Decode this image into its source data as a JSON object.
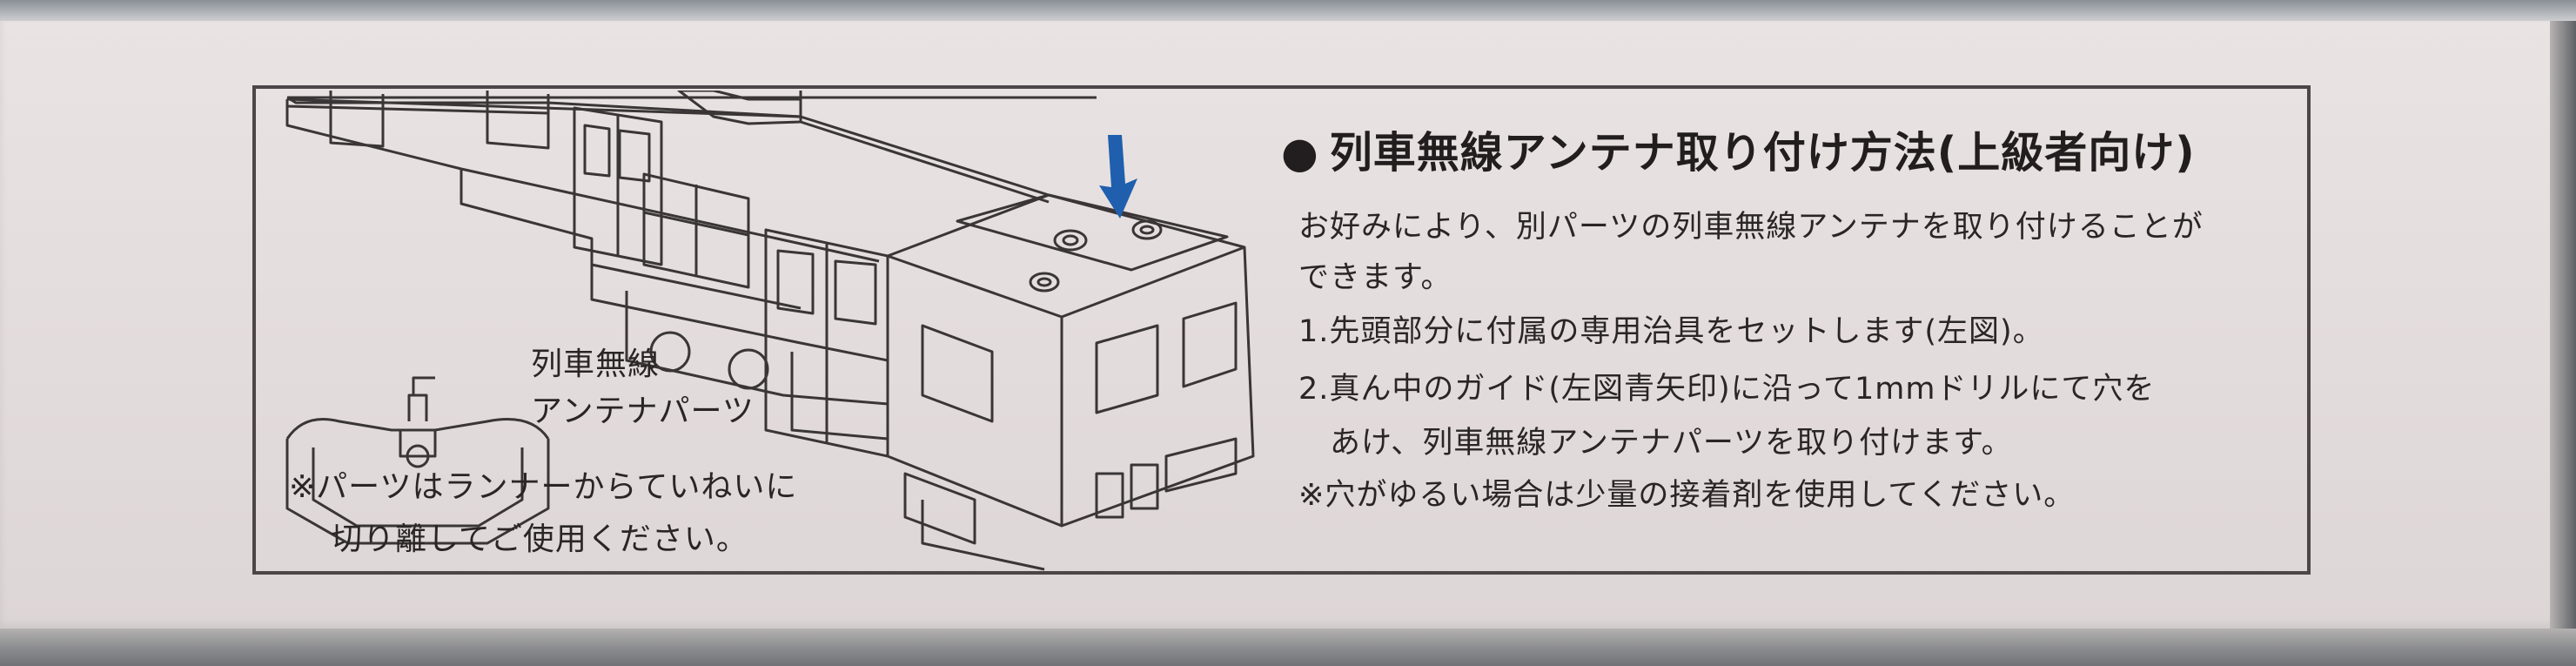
{
  "heading": {
    "bullet": "●",
    "title": "列車無線アンテナ取り付け方法(上級者向け)"
  },
  "instructions": {
    "line1": "お好みにより、別パーツの列車無線アンテナを取り付けることが",
    "line2": "できます。",
    "step1": "1.先頭部分に付属の専用治具をセットします(左図)。",
    "step2a": "2.真ん中のガイド(左図青矢印)に沿って1mmドリルにて穴を",
    "step2b": "あけ、列車無線アンテナパーツを取り付けます。",
    "note": "※穴がゆるい場合は少量の接着剤を使用してください。"
  },
  "illustration": {
    "part_label_line1": "列車無線",
    "part_label_line2": "アンテナパーツ",
    "runner_note_line1": "※パーツはランナーからていねいに",
    "runner_note_line2": "切り離してご使用ください。",
    "arrow_color": "#1f5fae",
    "line_color": "#3a3536"
  },
  "colors": {
    "box_surface": "#e6e0e0",
    "frame": "#4c4648",
    "text": "#2a2526"
  }
}
